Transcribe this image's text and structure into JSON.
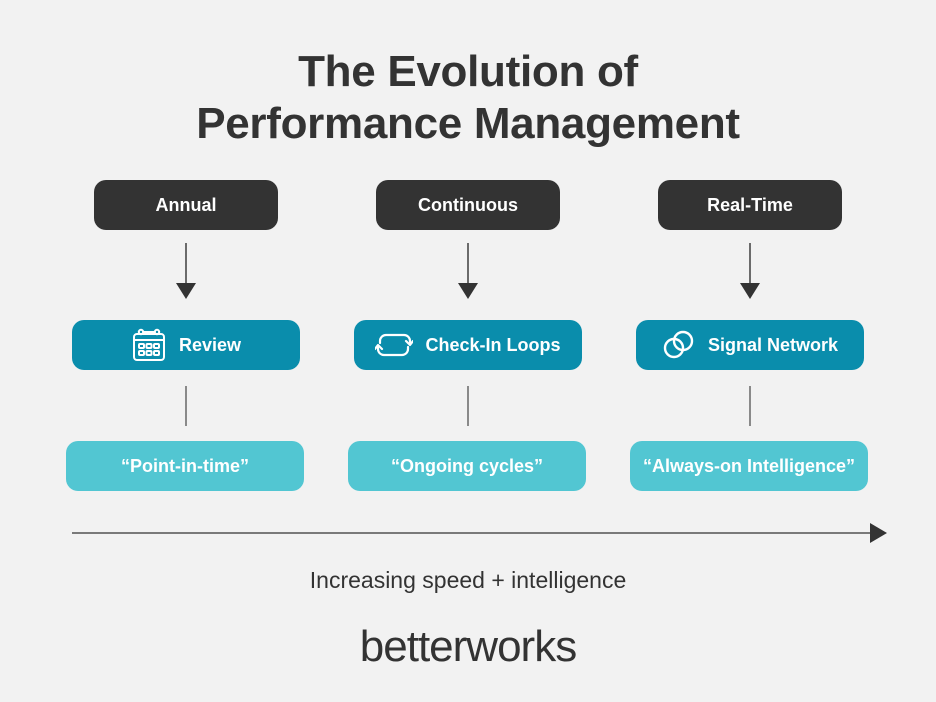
{
  "header": {
    "title_line1": "The Evolution of",
    "title_line2": "Performance Management"
  },
  "columns": [
    {
      "stage": "Annual",
      "practice": "Review",
      "practice_icon": "calendar-icon",
      "quote": "“Point-in-time”"
    },
    {
      "stage": "Continuous",
      "practice": "Check-In Loops",
      "practice_icon": "refresh-loop-icon",
      "quote": "“Ongoing cycles”"
    },
    {
      "stage": "Real-Time",
      "practice": "Signal Network",
      "practice_icon": "linked-rings-icon",
      "quote": "“Always-on Intelligence”"
    }
  ],
  "axis": {
    "label": "Increasing speed + intelligence"
  },
  "brand": {
    "logo_text": "betterworks"
  },
  "colors": {
    "background": "#f2f2f2",
    "stage_box": "#333333",
    "practice_box": "#0a8dac",
    "quote_box": "#52c6d2",
    "text_dark": "#333333"
  }
}
